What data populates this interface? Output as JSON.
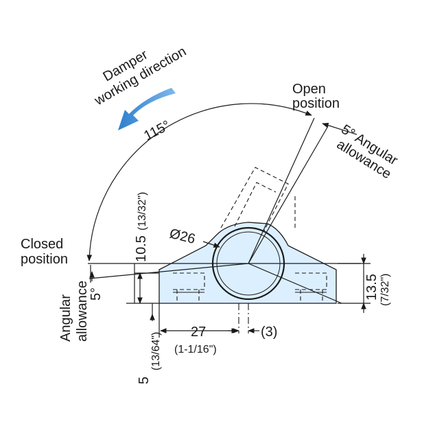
{
  "drawing": {
    "damper_label_line1": "Damper",
    "damper_label_line2": "working direction",
    "angle_main": "115°",
    "open_line1": "Open",
    "open_line2": "position",
    "angular_top_line1": "5° Angular",
    "angular_top_line2": "allowance",
    "closed_line1": "Closed",
    "closed_line2": "position",
    "angular_left_line1": "Angular",
    "angular_left_line2": "allowance",
    "angle_small_left": "5°",
    "diameter": "Ø26",
    "height_mm": "10.5",
    "height_in": "(13/32\")",
    "right_height_mm": "13.5",
    "right_height_in": "(7/32\")",
    "width_mm": "27",
    "width_in": "(1-1/16\")",
    "offset": "(3)",
    "base_mm": "5",
    "base_in": "(13/64\")"
  },
  "colors": {
    "body_fill": "#dcefff",
    "arrow_blue": "#3d8fd6",
    "ink": "#1a1a1a"
  }
}
